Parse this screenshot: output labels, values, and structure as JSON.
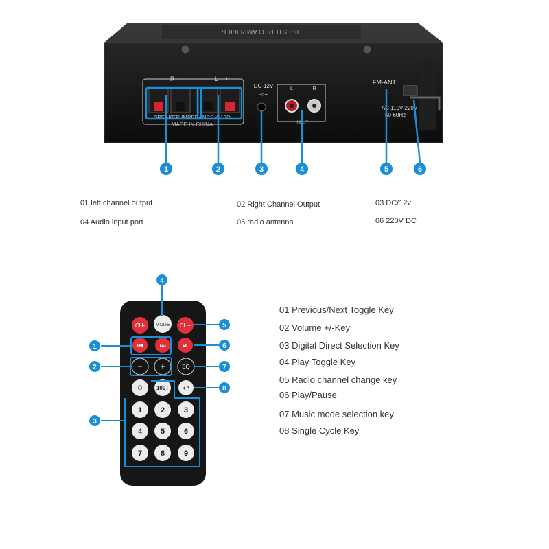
{
  "amplifier": {
    "top_banner": "HIFI STEREO AMPLIFIER",
    "polarity": {
      "plus": "+",
      "minus": "−",
      "right": "R",
      "left": "L"
    },
    "impedance_text": "SPEAKER IMPEDANCE 4-16Ω",
    "made_in": "MADE IN CHINA",
    "dc_label": "DC-12V",
    "dc_polarity": "-○+",
    "input_label": "INPUT",
    "input_left": "L",
    "input_right": "R",
    "fm_label": "FM-ANT",
    "ac_label": "AC 110V-220V",
    "hz_label": "50-60Hz",
    "callouts": [
      "1",
      "2",
      "3",
      "4",
      "5",
      "6"
    ],
    "captions": [
      "01 left channel output",
      "02 Right Channel Output",
      "03 DC/12v",
      "04 Audio input port",
      "05 radio antenna",
      "06 220V DC"
    ]
  },
  "remote": {
    "keys": {
      "ch_minus": "CH-",
      "mode": "MODE",
      "ch_plus": "CH+",
      "prev": "⏮",
      "next": "⏭",
      "play_pause": "⏯",
      "vol_minus": "−",
      "vol_plus": "+",
      "eq": "EQ",
      "zero": "0",
      "hundred_plus": "100+",
      "return": "↩",
      "digits": [
        "1",
        "2",
        "3",
        "4",
        "5",
        "6",
        "7",
        "8",
        "9"
      ]
    },
    "callouts": [
      "1",
      "2",
      "3",
      "4",
      "5",
      "6",
      "7",
      "8"
    ],
    "legend": [
      "01 Previous/Next Toggle Key",
      "02 Volume +/-Key",
      "03 Digital Direct Selection Key",
      "04 Play Toggle Key",
      "05 Radio channel change key",
      "06 Play/Pause",
      "07 Music mode selection key",
      "08 Single Cycle Key"
    ]
  },
  "colors": {
    "callout_blue": "#1a8fd6",
    "key_red": "#e0303a",
    "remote_body": "#161616",
    "amp_body": "#121212"
  }
}
